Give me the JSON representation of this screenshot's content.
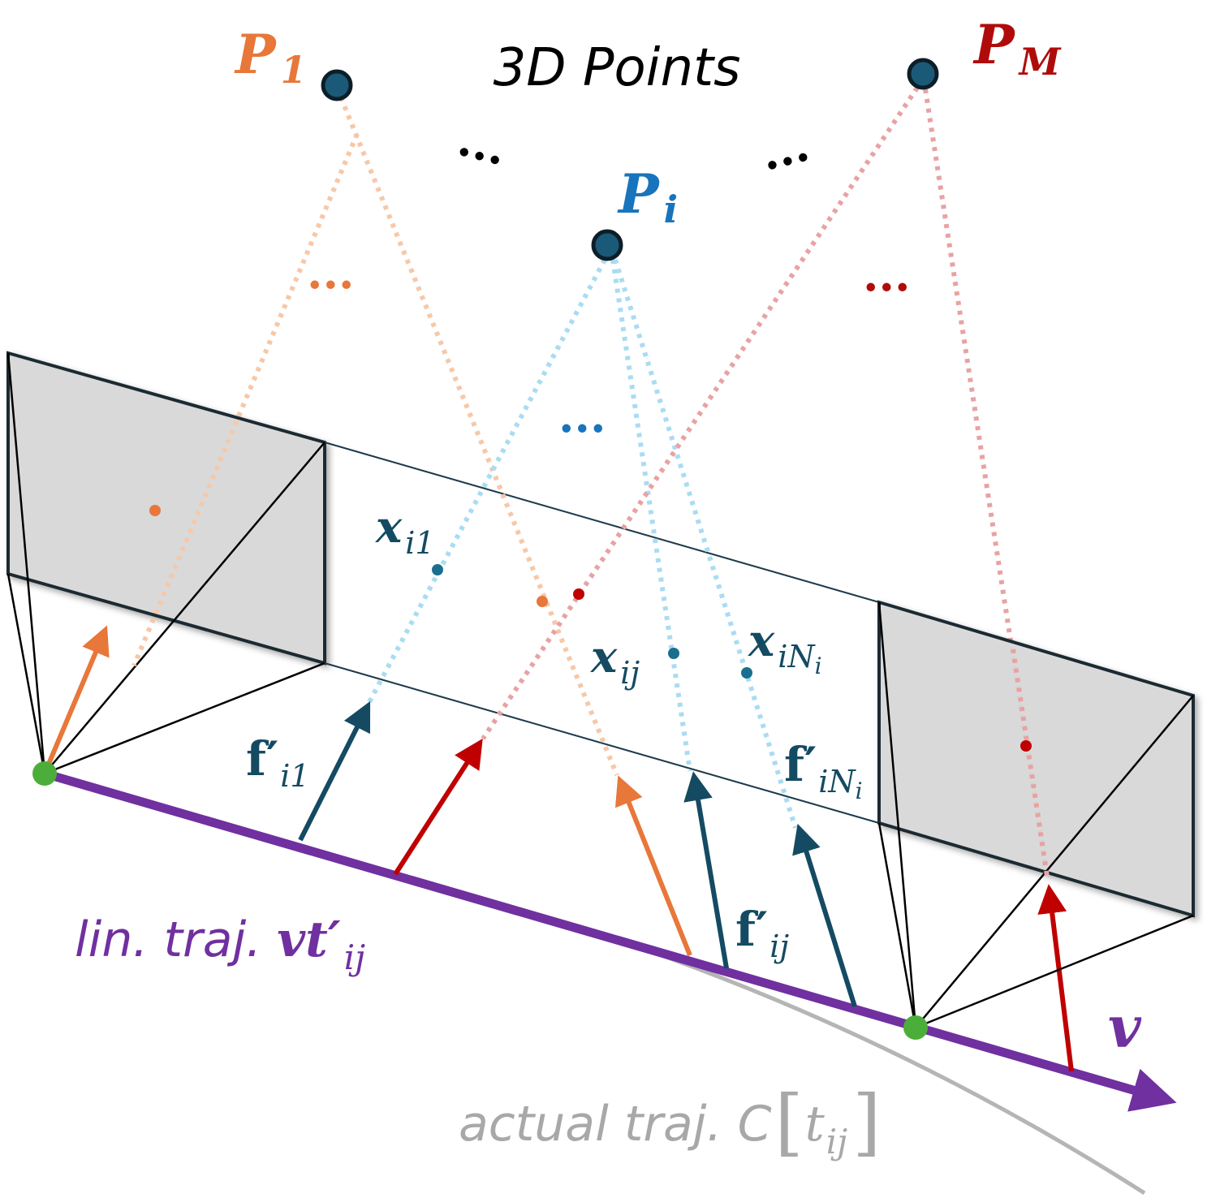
{
  "title": "3D Points",
  "points": {
    "p1": {
      "base": "P",
      "sub": "1",
      "color": "#E8773A"
    },
    "pi": {
      "base": "P",
      "sub": "i",
      "color": "#1874BC"
    },
    "pm": {
      "base": "P",
      "sub": "M",
      "color": "#B00B0B"
    }
  },
  "ellipsis": "...",
  "observations": {
    "xi1": {
      "base": "x",
      "sub": "i1"
    },
    "xij": {
      "base": "x",
      "sub": "ij"
    },
    "xiNi": {
      "base": "x",
      "sub": "iN",
      "subsub": "i"
    }
  },
  "bearings": {
    "fi1": {
      "base": "f′",
      "sub": "i1"
    },
    "fij": {
      "base": "f′",
      "sub": "ij"
    },
    "fiNi": {
      "base": "f′",
      "sub": "iN",
      "subsub": "i"
    }
  },
  "linear_traj": {
    "text": "lin. traj. ",
    "math": "vt′",
    "sub": "ij"
  },
  "velocity_label": "v",
  "actual_traj": {
    "text": "actual traj. C",
    "bracket_open": "[",
    "var": "t",
    "sub": "ij",
    "bracket_close": "]"
  },
  "colors": {
    "dark_teal": "#144B62",
    "orange": "#E8773A",
    "red": "#C00000",
    "light_blue": "#A9DCF2",
    "purple": "#7030A0",
    "green": "#4CAE3A",
    "gray": "#A8A8A8",
    "frame_fill": "#D9D9D9"
  }
}
